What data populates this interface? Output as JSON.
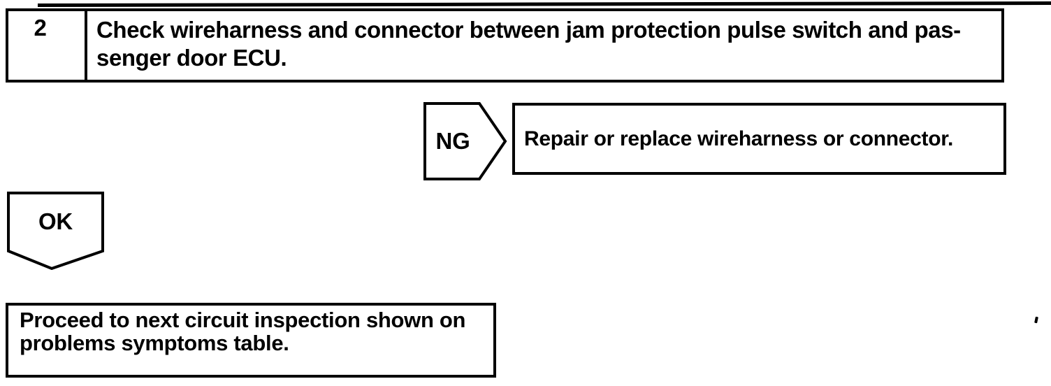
{
  "colors": {
    "paper": "#ffffff",
    "ink": "#000000"
  },
  "step_box": {
    "number": "2",
    "instruction_lines": [
      "Check wireharness and connector between jam protection pulse switch and pas-",
      "senger door ECU."
    ]
  },
  "ng_branch": {
    "connector_label": "NG",
    "action_text": "Repair or replace wireharness or connector."
  },
  "ok_branch": {
    "connector_label": "OK",
    "action_lines": [
      "Proceed to next circuit inspection shown on",
      "problems symptoms table."
    ]
  }
}
